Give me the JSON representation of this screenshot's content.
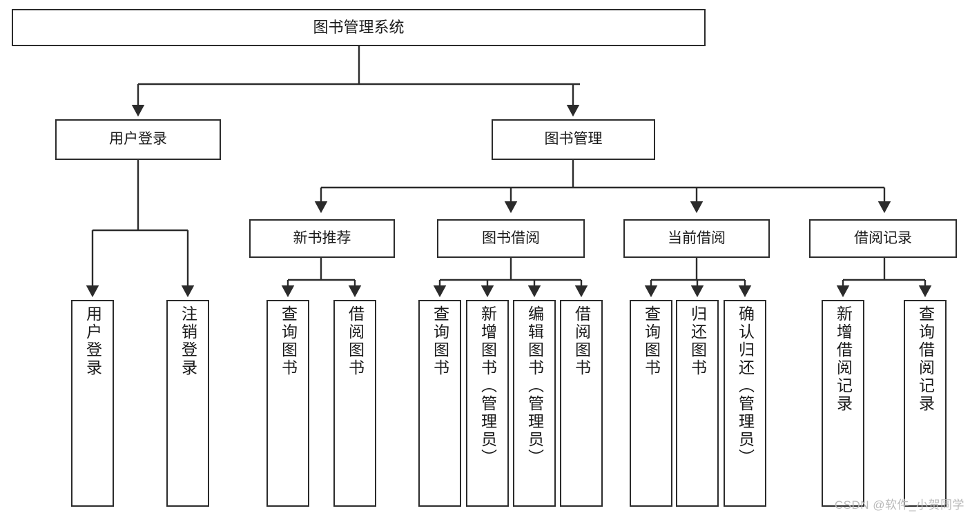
{
  "diagram": {
    "title": "图书管理系统",
    "type": "hierarchy-tree",
    "colors": {
      "box_border": "#2b2b2b",
      "box_fill": "#ffffff",
      "connector": "#2b2b2b",
      "background": "#ffffff",
      "watermark": "#b9b9b9"
    },
    "levels": [
      {
        "level": 1,
        "nodes": [
          {
            "id": "root",
            "label": "图书管理系统",
            "orientation": "horizontal"
          }
        ]
      },
      {
        "level": 2,
        "nodes": [
          {
            "id": "login",
            "label": "用户登录",
            "orientation": "horizontal",
            "parent": "root"
          },
          {
            "id": "bookmgmt",
            "label": "图书管理",
            "orientation": "horizontal",
            "parent": "root"
          }
        ]
      },
      {
        "level": 3,
        "nodes": [
          {
            "id": "newbook",
            "label": "新书推荐",
            "orientation": "horizontal",
            "parent": "bookmgmt"
          },
          {
            "id": "borrow",
            "label": "图书借阅",
            "orientation": "horizontal",
            "parent": "bookmgmt"
          },
          {
            "id": "current",
            "label": "当前借阅",
            "orientation": "horizontal",
            "parent": "bookmgmt"
          },
          {
            "id": "records",
            "label": "借阅记录",
            "orientation": "horizontal",
            "parent": "bookmgmt"
          }
        ]
      },
      {
        "level": 4,
        "nodes": [
          {
            "id": "leaf1",
            "label": "用户登录",
            "orientation": "vertical",
            "parent": "login"
          },
          {
            "id": "leaf2",
            "label": "注销登录",
            "orientation": "vertical",
            "parent": "login"
          },
          {
            "id": "leaf3",
            "label": "查询图书",
            "orientation": "vertical",
            "parent": "newbook"
          },
          {
            "id": "leaf4",
            "label": "借阅图书",
            "orientation": "vertical",
            "parent": "newbook"
          },
          {
            "id": "leaf5",
            "label": "查询图书",
            "orientation": "vertical",
            "parent": "borrow"
          },
          {
            "id": "leaf6",
            "label": "新增图书（管理员）",
            "orientation": "vertical",
            "parent": "borrow"
          },
          {
            "id": "leaf7",
            "label": "编辑图书（管理员）",
            "orientation": "vertical",
            "parent": "borrow"
          },
          {
            "id": "leaf8",
            "label": "借阅图书",
            "orientation": "vertical",
            "parent": "borrow"
          },
          {
            "id": "leaf9",
            "label": "查询图书",
            "orientation": "vertical",
            "parent": "current"
          },
          {
            "id": "leaf10",
            "label": "归还图书",
            "orientation": "vertical",
            "parent": "current"
          },
          {
            "id": "leaf11",
            "label": "确认归还（管理员）",
            "orientation": "vertical",
            "parent": "current"
          },
          {
            "id": "leaf12",
            "label": "新增借阅记录",
            "orientation": "vertical",
            "parent": "records"
          },
          {
            "id": "leaf13",
            "label": "查询借阅记录",
            "orientation": "vertical",
            "parent": "records"
          }
        ]
      }
    ]
  },
  "watermark": {
    "text": "CSDN @软件_小贺同学"
  }
}
